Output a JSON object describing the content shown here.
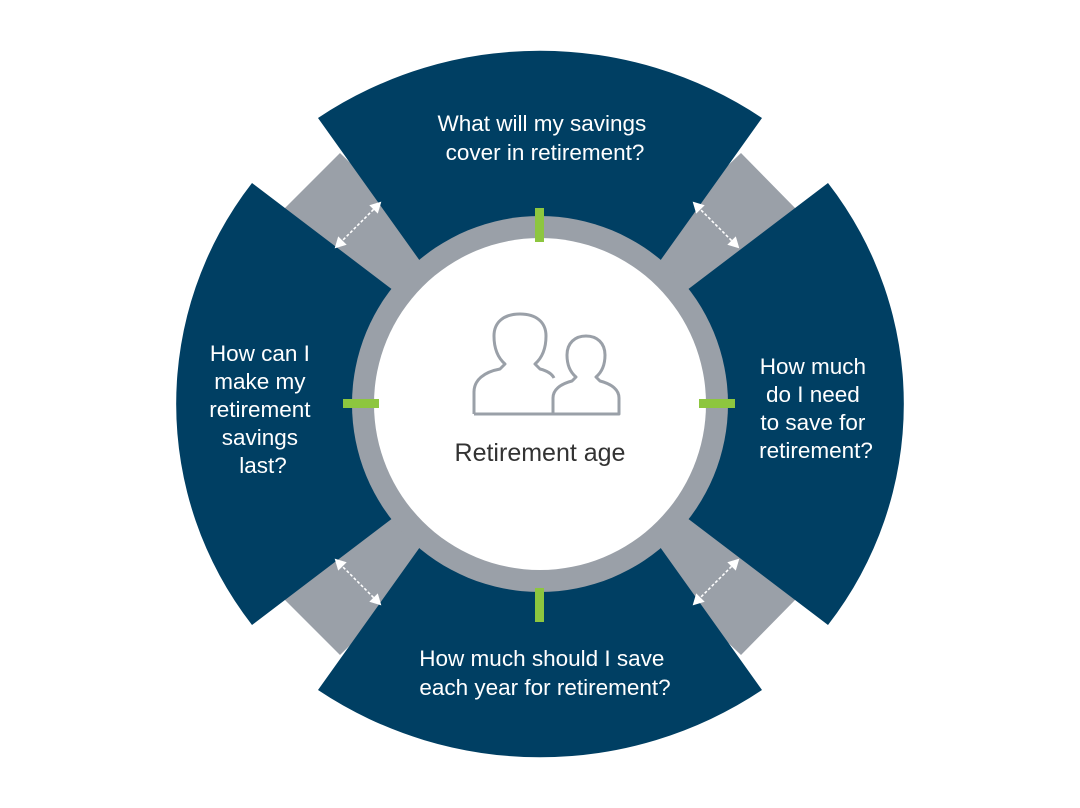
{
  "center": {
    "label": "Retirement age",
    "icon": "two-people-icon"
  },
  "segments": [
    {
      "id": "top",
      "lines": [
        "What will my savings",
        "cover in retirement?"
      ]
    },
    {
      "id": "right",
      "lines": [
        "How much",
        "do I need",
        "to save for",
        "retirement?"
      ]
    },
    {
      "id": "bottom",
      "lines": [
        "How much should I save",
        "each year for retirement?"
      ]
    },
    {
      "id": "left",
      "lines": [
        "How can I",
        "make my",
        "retirement",
        "savings",
        "last?"
      ]
    }
  ],
  "connectors": [
    {
      "id": "top-right",
      "icon": "double-arrow-icon"
    },
    {
      "id": "bottom-right",
      "icon": "double-arrow-icon"
    },
    {
      "id": "bottom-left",
      "icon": "double-arrow-icon"
    },
    {
      "id": "top-left",
      "icon": "double-arrow-icon"
    }
  ],
  "colors": {
    "segment": "#003f63",
    "connector": "#9aa0a8",
    "ring": "#9aa0a8",
    "center": "#ffffff",
    "tick": "#8dc63f",
    "arrow": "#ffffff",
    "icon": "#9aa0a8",
    "text_light": "#ffffff",
    "text_dark": "#333333"
  }
}
